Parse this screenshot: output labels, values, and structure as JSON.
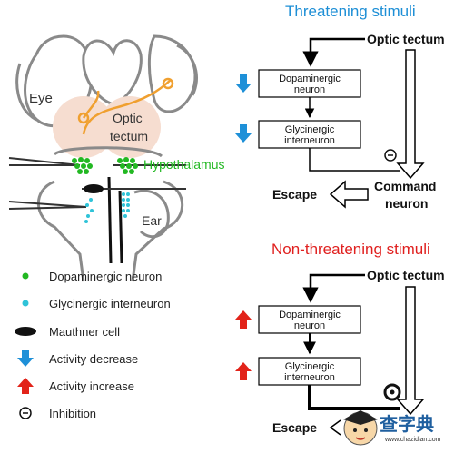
{
  "brain": {
    "eye_label": "Eye",
    "optic_tectum_label": [
      "Optic",
      "tectum"
    ],
    "hypothalamus_label": "Hypothalamus",
    "ear_label": "Ear"
  },
  "legend": [
    {
      "label": "Dopaminergic neuron",
      "icon": "green-dot-icon"
    },
    {
      "label": "Glycinergic interneuron",
      "icon": "cyan-dot-icon"
    },
    {
      "label": "Mauthner cell",
      "icon": "black-ellipse-icon"
    },
    {
      "label": "Activity decrease",
      "icon": "blue-down-arrow-icon"
    },
    {
      "label": "Activity increase",
      "icon": "red-up-arrow-icon"
    },
    {
      "label": "Inhibition",
      "icon": "inhibition-symbol-icon"
    }
  ],
  "threatening": {
    "title": "Threatening stimuli",
    "optic_tectum": "Optic tectum",
    "dopaminergic_box": [
      "Dopaminergic",
      "neuron"
    ],
    "glycinergic_box": [
      "Glycinergic",
      "interneuron"
    ],
    "command_neuron": [
      "Command",
      "neuron"
    ],
    "escape": "Escape"
  },
  "non_threatening": {
    "title": "Non-threatening stimuli",
    "optic_tectum": "Optic tectum",
    "dopaminergic_box": [
      "Dopaminergic",
      "neuron"
    ],
    "glycinergic_box": [
      "Glycinergic",
      "interneuron"
    ],
    "escape": "Escape"
  },
  "watermark": {
    "text": "查字典",
    "url": "www.chazidian.com"
  },
  "colors": {
    "blue_title": "#1e8fd6",
    "red_title": "#e0201f",
    "blue_arrow": "#1e90d8",
    "red_arrow": "#e2231a",
    "green": "#22b822",
    "cyan": "#2fc3d8",
    "orange": "#f0a030",
    "tectum_fill": "#f6ddd0",
    "outline": "#8a8a8a"
  }
}
